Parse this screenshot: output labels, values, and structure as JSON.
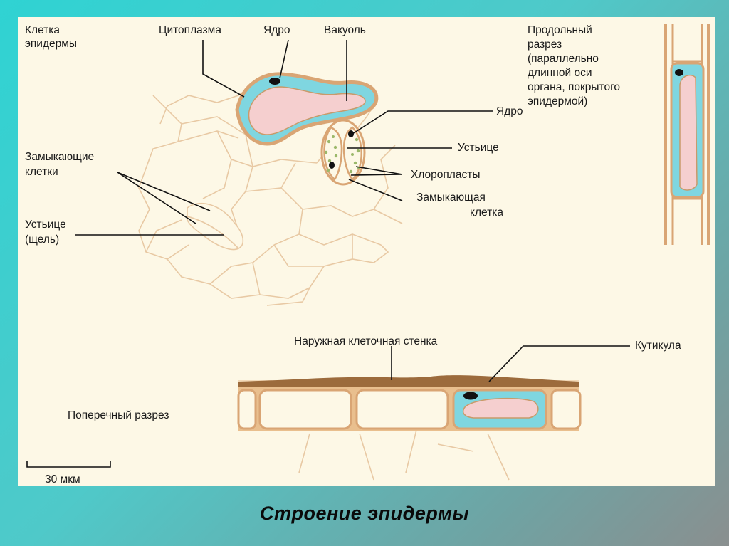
{
  "title": "Строение эпидермы",
  "labels": {
    "epidermis_cell_line1": "Клетка",
    "epidermis_cell_line2": "эпидермы",
    "cytoplasm": "Цитоплазма",
    "nucleus_top": "Ядро",
    "vacuole": "Вакуоль",
    "nucleus_right": "Ядро",
    "stoma_right": "Устьице",
    "chloroplasts": "Хлоропласты",
    "guard_cell_line1": "Замыкающая",
    "guard_cell_line2": "клетка",
    "guard_cells_line1": "Замыкающие",
    "guard_cells_line2": "клетки",
    "stoma_left_line1": "Устьице",
    "stoma_left_line2": "(щель)",
    "longitudinal_line1": "Продольный",
    "longitudinal_line2": "разрез",
    "longitudinal_line3": "(параллельно",
    "longitudinal_line4": "длинной оси",
    "longitudinal_line5": "органа, покрытого",
    "longitudinal_line6": "эпидермой)",
    "outer_wall": "Наружная клеточная стенка",
    "cuticle": "Кутикула",
    "cross_section": "Поперечный разрез",
    "scale": "30 мкм"
  },
  "colors": {
    "wall": "#d9a574",
    "cytoplasm": "#7fd6e0",
    "vacuole": "#f5cfcf",
    "cuticle": "#9c6b3c",
    "nucleus": "#111111",
    "chloroplast": "#9bb86a"
  }
}
